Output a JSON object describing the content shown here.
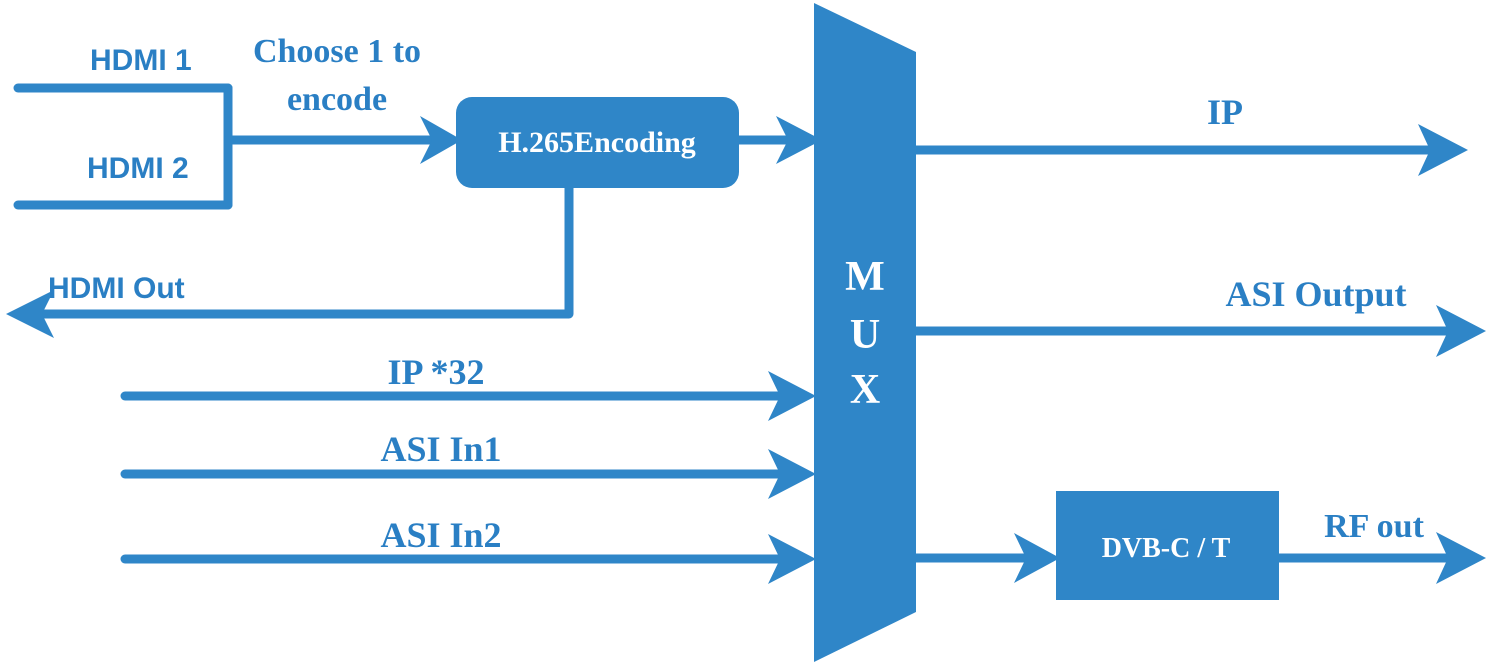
{
  "colors": {
    "primary": "#2f86c8",
    "label": "#2a7fc4",
    "box_text": "#ffffff",
    "background": "#ffffff"
  },
  "inputs": {
    "hdmi1": "HDMI 1",
    "hdmi2": "HDMI 2",
    "choose_line1": "Choose 1 to",
    "choose_line2": "encode",
    "hdmi_out": "HDMI Out",
    "ip32": "IP *32",
    "asi_in1": "ASI In1",
    "asi_in2": "ASI In2"
  },
  "blocks": {
    "encoder": "H.265Encoding",
    "mux": [
      "M",
      "U",
      "X"
    ],
    "modulator": "DVB-C / T"
  },
  "outputs": {
    "ip": "IP",
    "asi_output": "ASI Output",
    "rf_out": "RF out"
  }
}
